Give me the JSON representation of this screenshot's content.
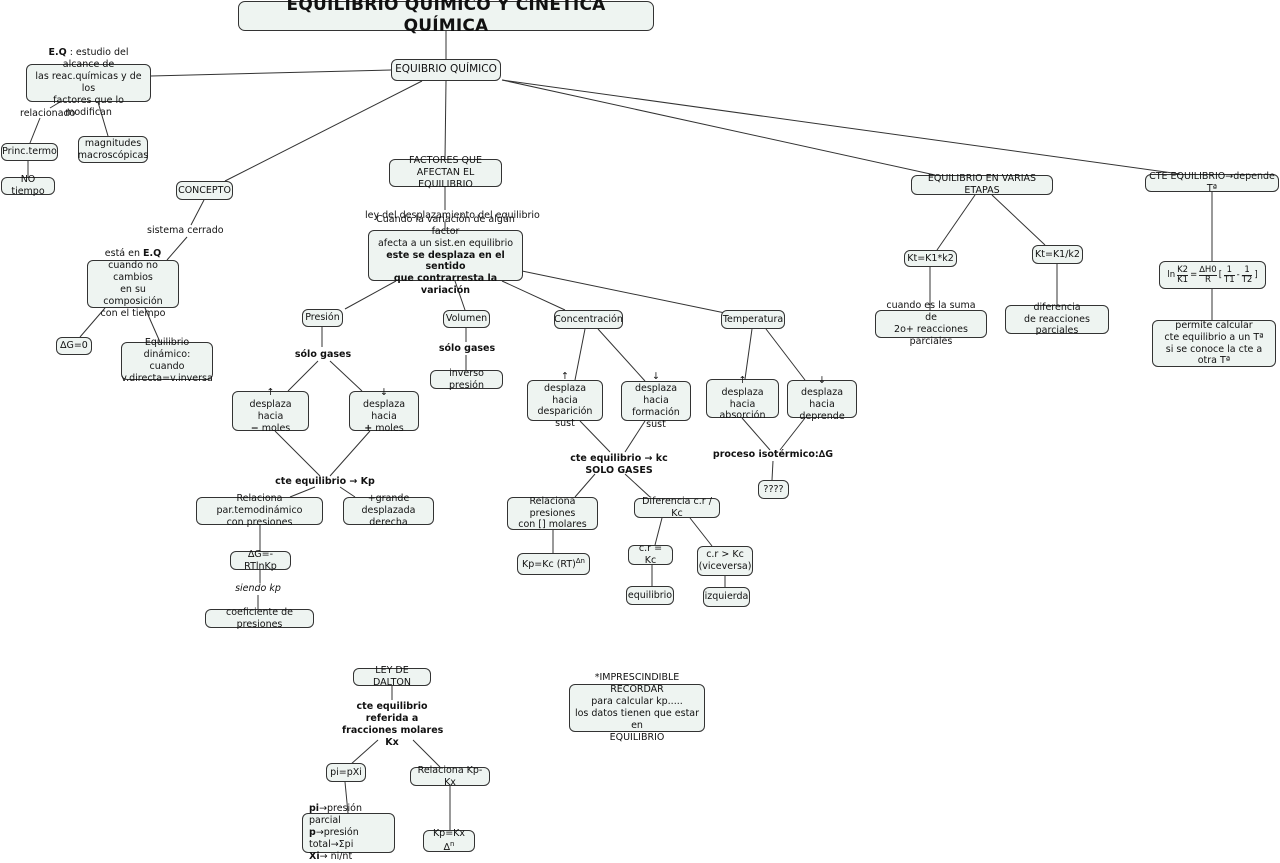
{
  "title": "EQUILIBRIO QUÍMICO Y CINÉTICA QUÍMICA",
  "root": "EQUIBRIO QUÍMICO",
  "eq_def": {
    "bold": "E.Q",
    "rest": " : estudio del alcance de",
    "line2": "las reac.químicas y de los",
    "line3": "factores que lo modifican"
  },
  "relacionado": "relacionado",
  "princ_termo": "Princ.termo",
  "no_tiempo": "NO tiempo",
  "magnitudes": [
    "magnitudes",
    "macroscópicas"
  ],
  "concepto": "CONCEPTO",
  "sistema_cerrado": "sistema cerrado",
  "esta_en": {
    "pre": "está en ",
    "bold": "E.Q",
    "line2": "cuando no cambios",
    "line3": "en su composición",
    "line4": "con el tiempo"
  },
  "dg0": "∆G=0",
  "eq_dinamico": [
    "Equilibrio dinámico:",
    "cuando",
    "v.directa=v.inversa"
  ],
  "factores": [
    "FACTORES QUE",
    "AFECTAN EL EQUILIBRIO"
  ],
  "ley_desplazamiento": "ley del desplazamiento del equilibrio",
  "cuando_var": [
    "Cuando la variación de algún factor",
    "afecta a un sist.en equilibrio",
    "este se desplaza en el sentido",
    "que contrarresta la variación"
  ],
  "presion": "Presión",
  "solo_gases_1": "sólo gases",
  "desp_menos": {
    "arrow": "↑",
    "line": "desplaza hacia",
    "sym": "−",
    "word": " moles"
  },
  "desp_mas": {
    "arrow": "↓",
    "line": "desplaza hacia",
    "sym": "+",
    "word": " moles"
  },
  "cte_kp": "cte equilibrio  →  Kp",
  "relaciona_par": [
    "Relaciona par.temodinámico",
    "con presiones"
  ],
  "grande_derecha": [
    "+grande",
    "desplazada derecha"
  ],
  "dg_rt": "∆G=-RTlnKp",
  "siendo_kp": "siendo kp",
  "coef_presiones": "coeficiente de presiones",
  "volumen": "Volumen",
  "solo_gases_2": "sólo gases",
  "inverso_presion": "inverso presión",
  "concentracion": "Concentración",
  "desp_desaparicion": [
    "↑",
    "desplaza hacia",
    "desparición sust"
  ],
  "desp_formacion": [
    "↓",
    "desplaza hacia",
    "formación sust"
  ],
  "cte_kc": [
    "cte equilibrio → kc",
    "SOLO GASES"
  ],
  "relaciona_presiones": [
    "Relaciona presiones",
    "con [] molares"
  ],
  "kp_kc": {
    "base": "Kp=Kc  (RT)",
    "sup": "∆n"
  },
  "diferencia_cr": "Diferencia c.r / Kc",
  "cr_eq": "c.r = Kc",
  "cr_gt": [
    "c.r > Kc",
    "(viceversa)"
  ],
  "equilibrio": "equilibrio",
  "izquierda": "izquierda",
  "temperatura": "Temperatura",
  "desp_absorcion": [
    "↑",
    "desplaza hacia",
    "absorción"
  ],
  "desp_desprende": [
    "↓",
    "desplaza hacia",
    "deprende"
  ],
  "proceso_iso": "proceso isotérmico:∆G",
  "interrogacion": "????",
  "etapas": "EQUILIBRIO EN VARIAS ETAPAS",
  "kt_mult": "Kt=K1*k2",
  "kt_div": "Kt=K1/k2",
  "suma": [
    "cuando es la suma de",
    "2o+ reacciones parciales"
  ],
  "diferencia_parciales": [
    "diferencia",
    "de reacciones parciales"
  ],
  "cte_temp": "CTE EQUILIBRIO→depende Tª",
  "formula": {
    "ln": "ln",
    "k2": "K2",
    "k1": "K1",
    "eq": "=",
    "dh": "∆H0",
    "r": "R",
    "lb": "[",
    "one_a": "1",
    "t1": "T1",
    "minus": "-",
    "one_b": "1",
    "t2": "T2",
    "rb": "]"
  },
  "permite": [
    "permite calcular",
    "cte equilibrio a un Tª",
    "si se conoce la cte a otra Tª"
  ],
  "ley_dalton": "LEY DE DALTON",
  "cte_fracciones": [
    "cte equilibrio",
    "referida a",
    "fracciones molares",
    "Kx"
  ],
  "pi_pxi": "pi=pXi",
  "relaciona_kpkx": "Relaciona Kp-Kx",
  "pi_def": {
    "b1": "pi",
    "r1": "→presión parcial",
    "b2": "p",
    "r2": "→presión total→Σpi",
    "b3": "Xi",
    "r3": "→  ni/nt"
  },
  "kp_kx": {
    "base": "Kp=Kx  ∆",
    "sup": "n"
  },
  "recordar": [
    "*IMPRESCINDIBLE RECORDAR",
    "para calcular kp.....",
    "los datos tienen que estar en",
    "EQUILIBRIO"
  ]
}
